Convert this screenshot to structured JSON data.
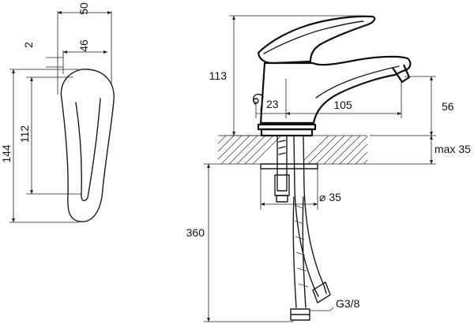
{
  "dimensions": {
    "side_width_total": "50",
    "side_width_body": "46",
    "side_gap": "2",
    "side_height_total": "144",
    "side_height_body": "112",
    "front_height": "113",
    "aerator_offset": "56",
    "spout_reach": "105",
    "control_offset": "23",
    "counter_thickness": "max 35",
    "tail_diameter": "⌀ 35",
    "hose_length": "360",
    "hose_thread": "G3/8"
  }
}
